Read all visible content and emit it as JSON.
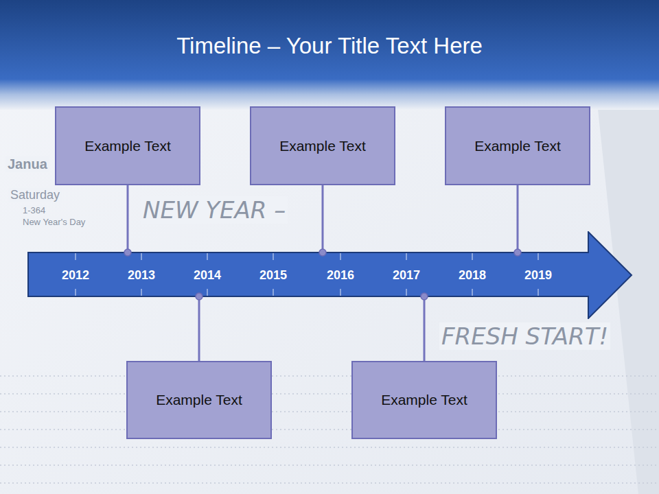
{
  "diagram": {
    "title": "Timeline – Your Title Text Here",
    "nodes": [
      {
        "text": [
          "Example Text"
        ]
      },
      {
        "text": [
          "Example Text"
        ]
      },
      {
        "text": [
          "Example Text"
        ]
      },
      {
        "text": [
          "2012",
          "2013",
          "2014",
          "2015",
          "2016",
          "2017",
          "2018",
          "2019"
        ]
      },
      {
        "text": [
          "Example Text"
        ]
      },
      {
        "text": [
          "Example Text"
        ]
      }
    ],
    "edges": [
      {
        "from": 0,
        "to": 3,
        "arrow": "none"
      },
      {
        "from": 1,
        "to": 3,
        "arrow": "none"
      },
      {
        "from": 2,
        "to": 3,
        "arrow": "none"
      },
      {
        "from": 4,
        "to": 3,
        "arrow": "none"
      },
      {
        "from": 5,
        "to": 3,
        "arrow": "none"
      }
    ],
    "labels": [
      "Janua",
      "Saturday",
      "1-364",
      "New Year's Day",
      "NEW YEAR –",
      "FRESH START!"
    ]
  }
}
